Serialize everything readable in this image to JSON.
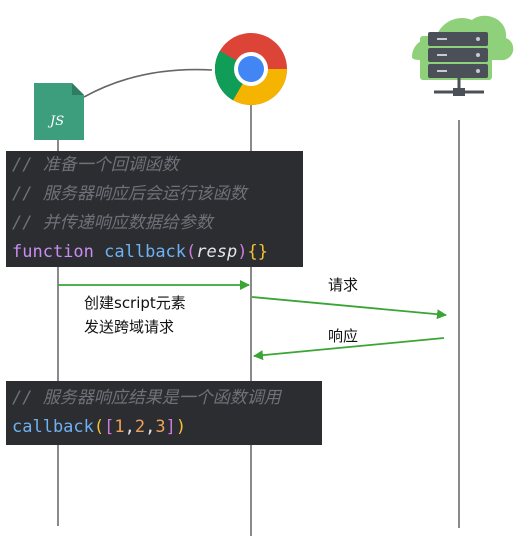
{
  "code_top": {
    "comment_1": "// 准备一个回调函数",
    "comment_2": "// 服务器响应后会运行该函数",
    "comment_3": "// 并传递响应数据给参数",
    "keyword": "function",
    "fn_name": "callback",
    "open_paren": "(",
    "param": "resp",
    "close_paren": ")",
    "braces": "{}"
  },
  "code_bottom": {
    "comment": "// 服务器响应结果是一个函数调用",
    "fn_name": "callback",
    "open_paren": "(",
    "open_bracket": "[",
    "n1": "1",
    "comma1": ",",
    "n2": "2",
    "comma2": ",",
    "n3": "3",
    "close_bracket": "]",
    "close_paren": ")"
  },
  "arrows": {
    "create_line1": "创建script元素",
    "create_line2": "发送跨域请求",
    "request": "请求",
    "response": "响应"
  },
  "icons": {
    "js_file_text": "JS"
  },
  "colors": {
    "lifeline": "#8a8a8a",
    "arrow": "#3aa535",
    "code_bg": "#2b2d31",
    "js_file": "#3d9e7e",
    "cloud": "#8fd07a",
    "server": "#4a4f58"
  }
}
